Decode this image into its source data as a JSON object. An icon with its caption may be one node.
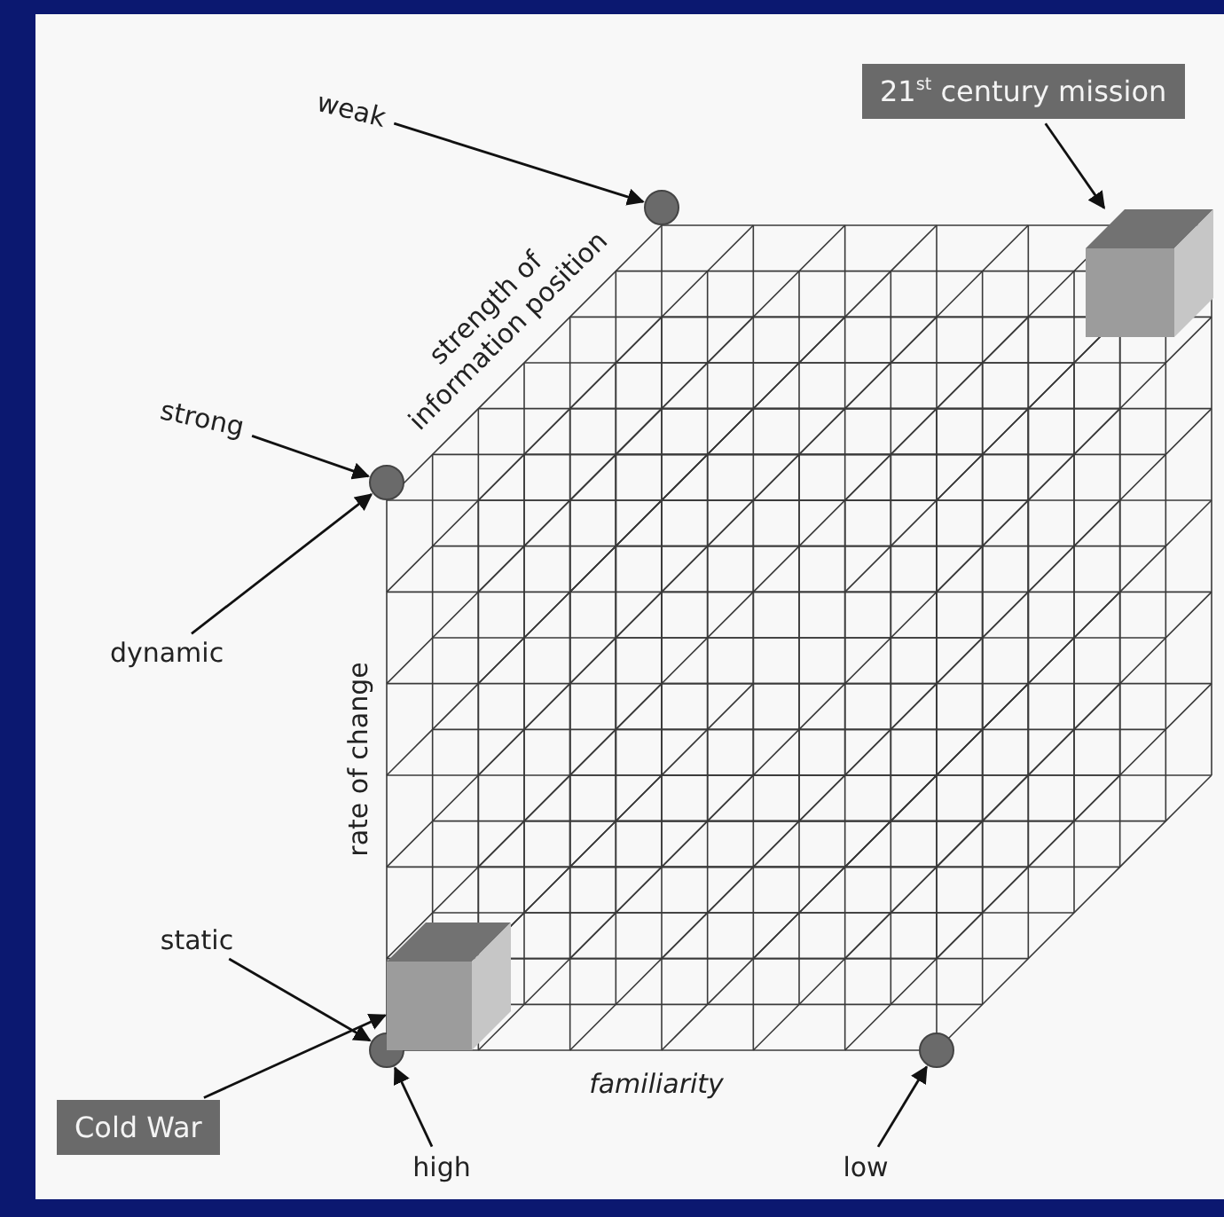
{
  "diagram": {
    "nodes": [
      {
        "text": [
          "weak"
        ]
      },
      {
        "text": [],
        "shape": "circle"
      },
      {
        "text": [
          "strong"
        ]
      },
      {
        "text": [],
        "shape": "circle"
      },
      {
        "text": [
          "dynamic"
        ]
      },
      {
        "text": [
          "static"
        ]
      },
      {
        "text": [],
        "shape": "circle"
      },
      {
        "text": [
          "Cold War"
        ]
      },
      {
        "text": [],
        "shape": "box"
      },
      {
        "text": [
          "high"
        ]
      },
      {
        "text": [
          "low"
        ]
      },
      {
        "text": [],
        "shape": "circle"
      },
      {
        "text": [
          "21$^{st}$ century mission"
        ]
      },
      {
        "text": [],
        "shape": "box"
      }
    ],
    "edges": [
      {
        "from": 0,
        "to": 1,
        "arrow": "to"
      },
      {
        "from": 2,
        "to": 3,
        "arrow": "to"
      },
      {
        "from": 4,
        "to": 3,
        "arrow": "to"
      },
      {
        "from": 5,
        "to": 6,
        "arrow": "to"
      },
      {
        "from": 9,
        "to": 6,
        "arrow": "to"
      },
      {
        "from": 10,
        "to": 11,
        "arrow": "to"
      },
      {
        "from": 7,
        "to": 8,
        "arrow": "to"
      },
      {
        "from": 12,
        "to": 13,
        "arrow": "to"
      }
    ],
    "labels": [
      "strength of information position",
      "rate of change",
      "familiarity"
    ]
  }
}
